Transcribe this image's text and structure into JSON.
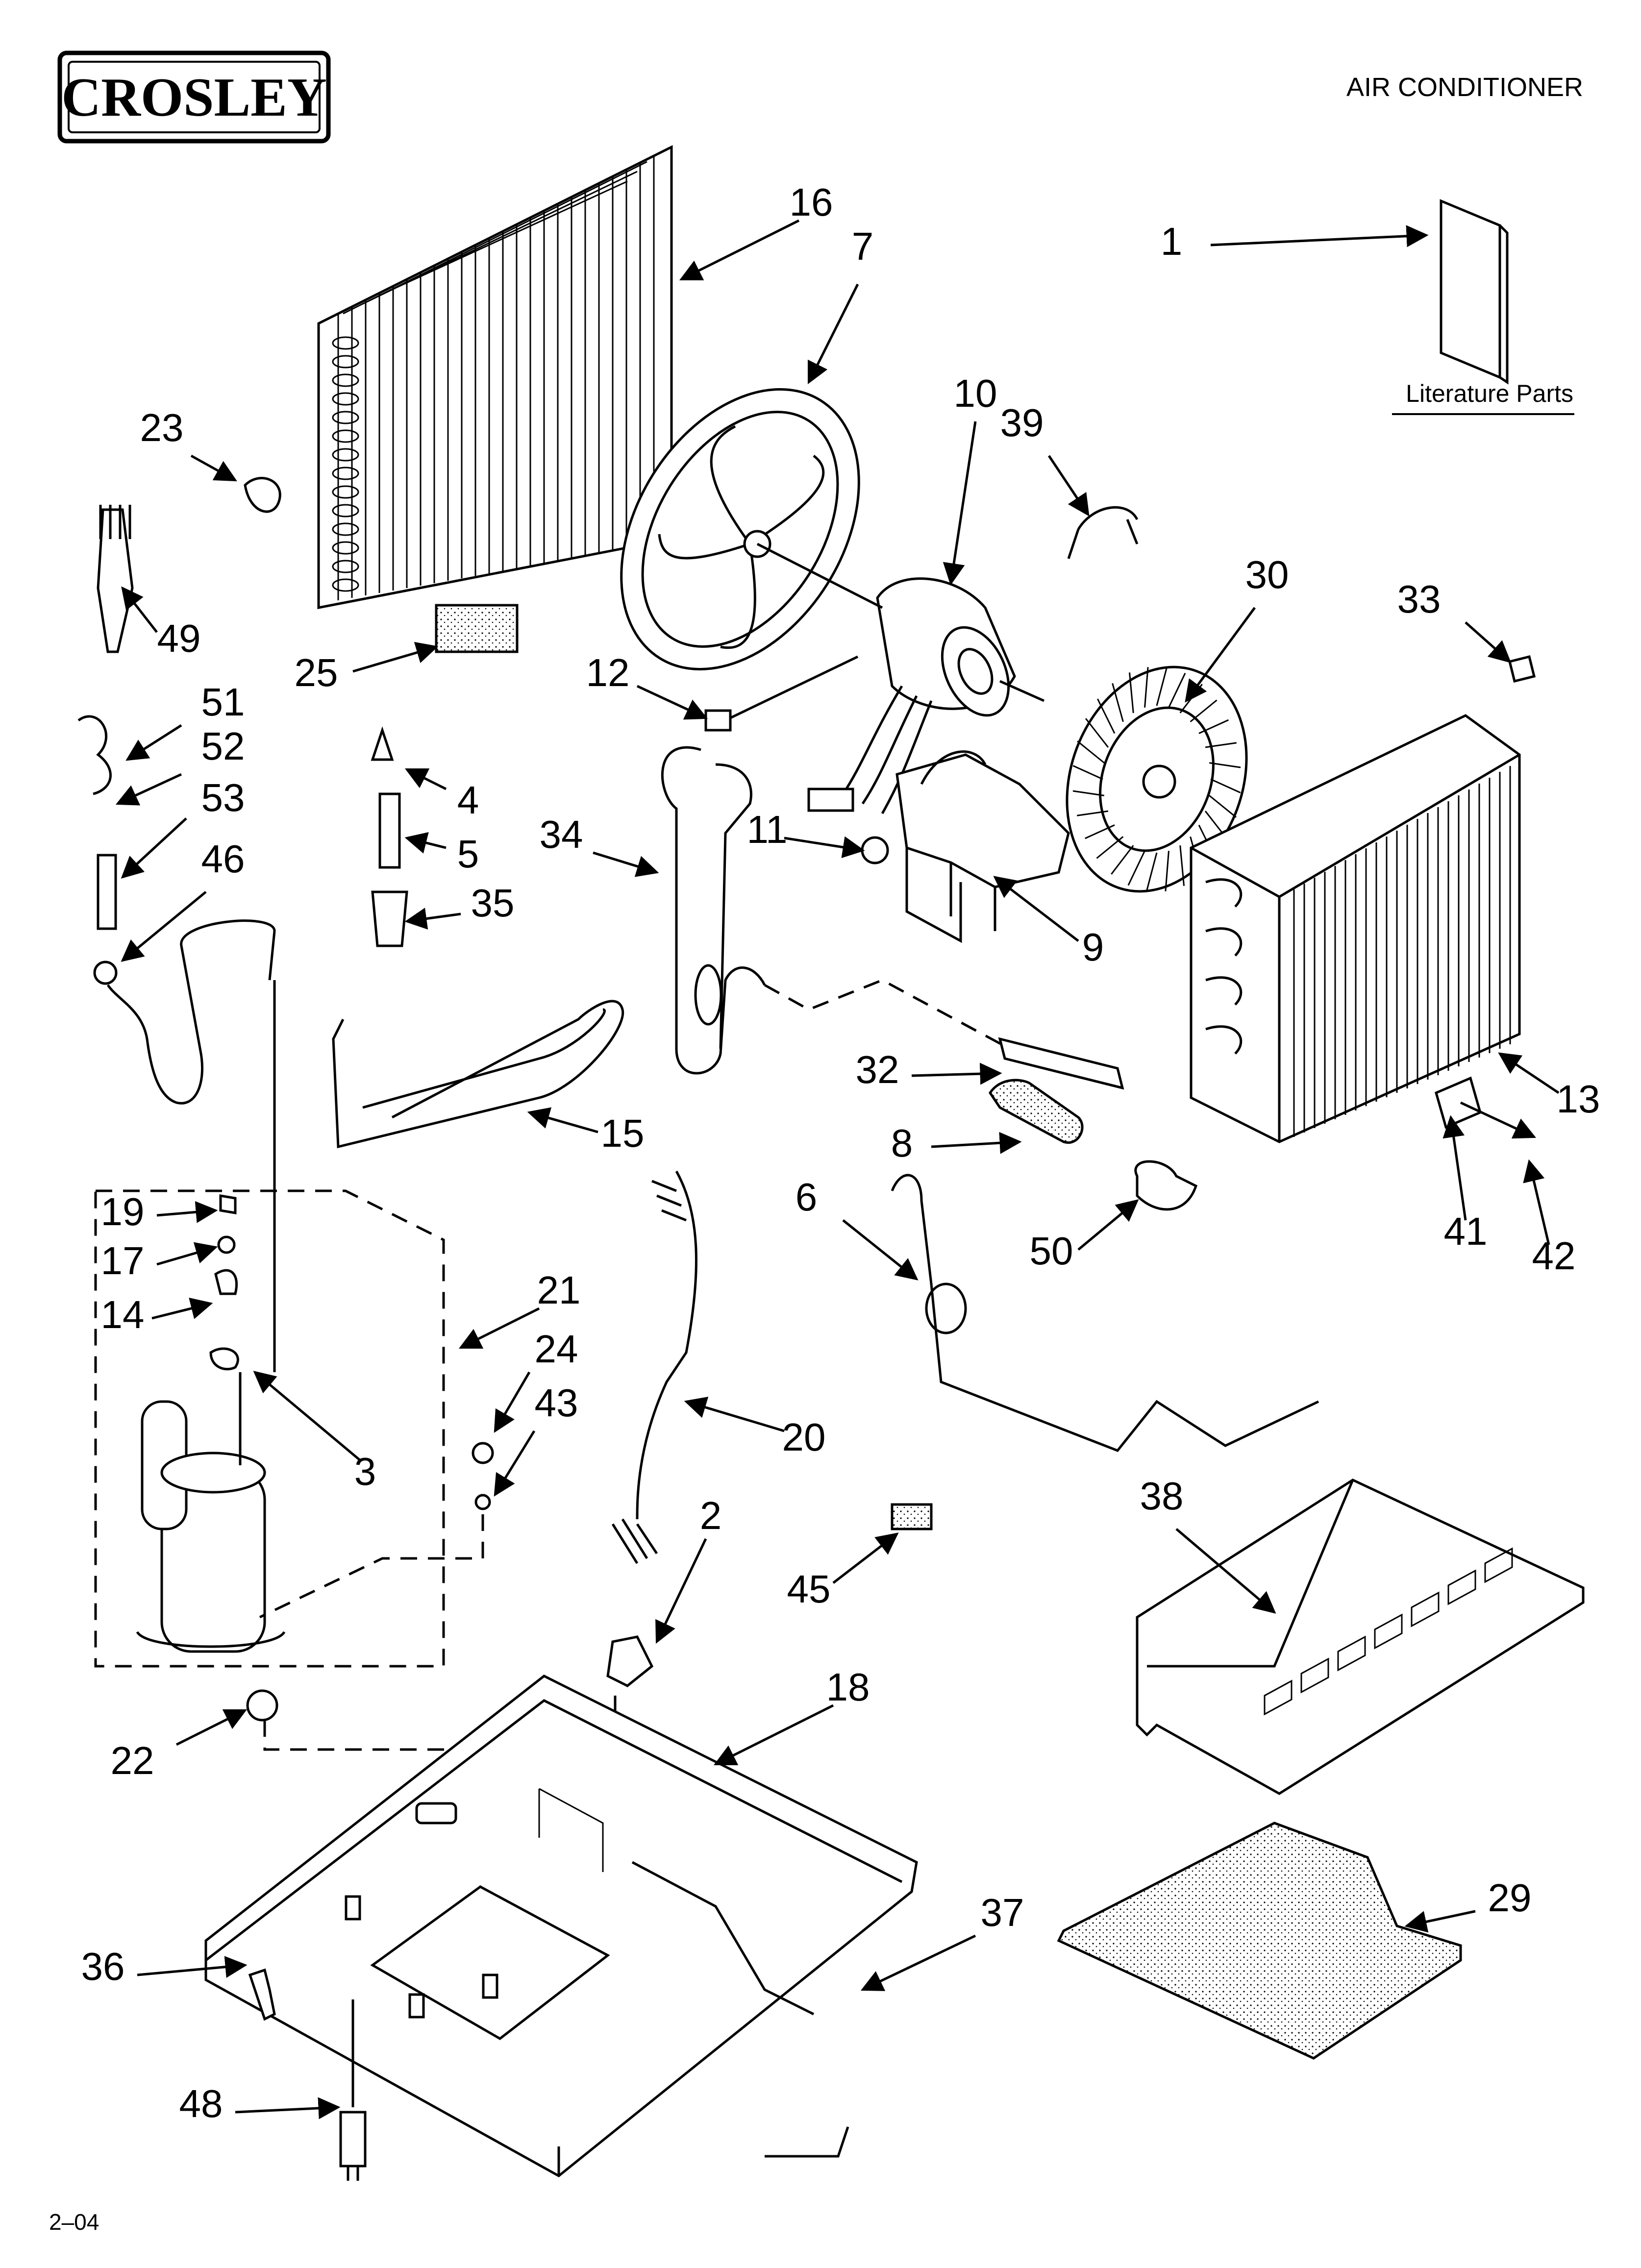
{
  "brand": "CROSLEY",
  "header_title": "AIR CONDITIONER",
  "literature_label": "Literature Parts",
  "footer_code": "2–04",
  "callouts": [
    "1",
    "2",
    "3",
    "4",
    "5",
    "6",
    "7",
    "8",
    "9",
    "10",
    "11",
    "12",
    "13",
    "14",
    "15",
    "16",
    "17",
    "18",
    "19",
    "20",
    "21",
    "22",
    "23",
    "24",
    "25",
    "29",
    "30",
    "32",
    "33",
    "34",
    "35",
    "36",
    "37",
    "38",
    "39",
    "41",
    "42",
    "43",
    "45",
    "46",
    "48",
    "49",
    "50",
    "51",
    "52",
    "53"
  ]
}
